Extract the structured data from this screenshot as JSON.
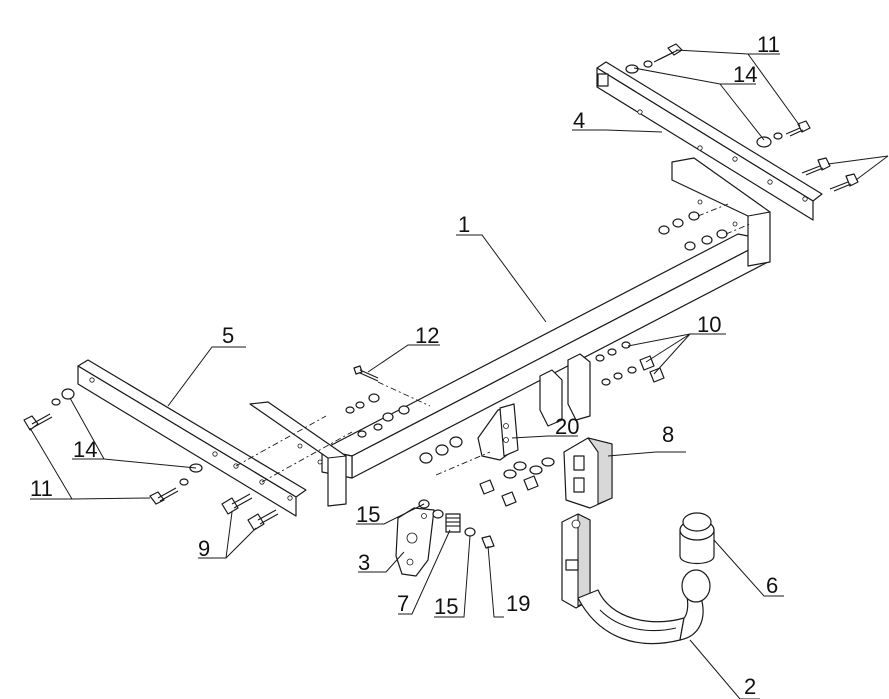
{
  "callouts": {
    "c1": "1",
    "c2": "2",
    "c3": "3",
    "c4": "4",
    "c5": "5",
    "c6": "6",
    "c7": "7",
    "c8": "8",
    "c9": "9",
    "c10": "10",
    "c11_top": "11",
    "c11_left": "11",
    "c12": "12",
    "c14_top": "14",
    "c14_left": "14",
    "c15_upper": "15",
    "c15_lower": "15",
    "c19": "19",
    "c20": "20"
  }
}
